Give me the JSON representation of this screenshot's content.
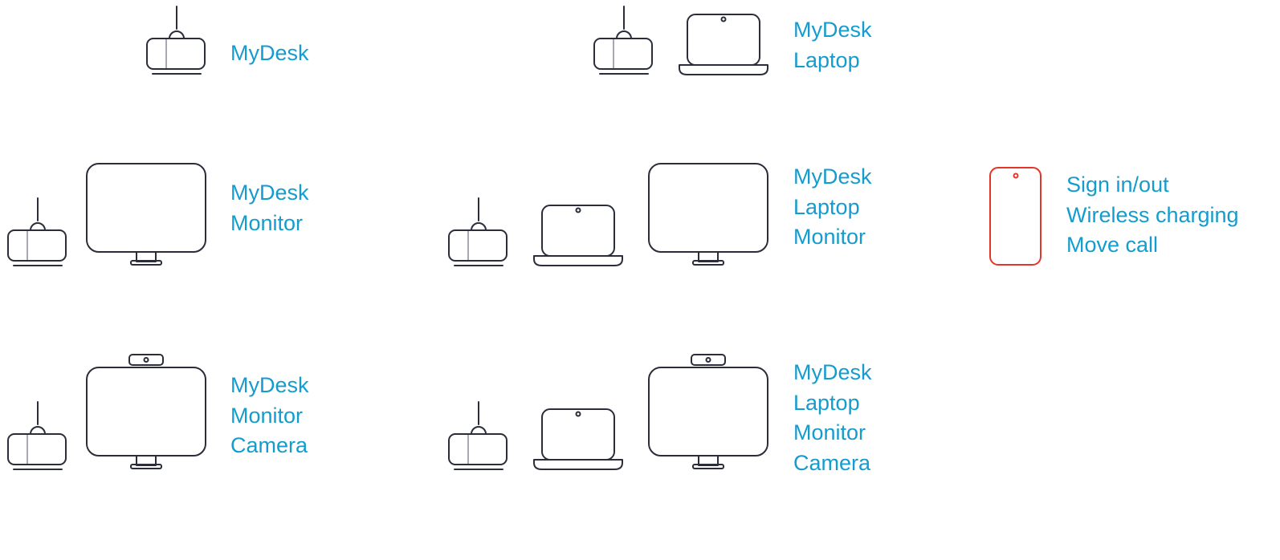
{
  "colors": {
    "label": "#149ccf",
    "device_stroke": "#2b2d3a",
    "phone_stroke": "#e2362b"
  },
  "setups": [
    {
      "id": "desk-only",
      "lines": [
        "MyDesk"
      ]
    },
    {
      "id": "desk-laptop",
      "lines": [
        "MyDesk",
        "Laptop"
      ]
    },
    {
      "id": "desk-monitor",
      "lines": [
        "MyDesk",
        "Monitor"
      ]
    },
    {
      "id": "desk-laptop-monitor",
      "lines": [
        "MyDesk",
        "Laptop",
        "Monitor"
      ]
    },
    {
      "id": "desk-monitor-camera",
      "lines": [
        "MyDesk",
        "Monitor",
        "Camera"
      ]
    },
    {
      "id": "desk-laptop-monitor-camera",
      "lines": [
        "MyDesk",
        "Laptop",
        "Monitor",
        "Camera"
      ]
    }
  ],
  "phone": {
    "lines": [
      "Sign in/out",
      "Wireless charging",
      "Move call"
    ]
  }
}
